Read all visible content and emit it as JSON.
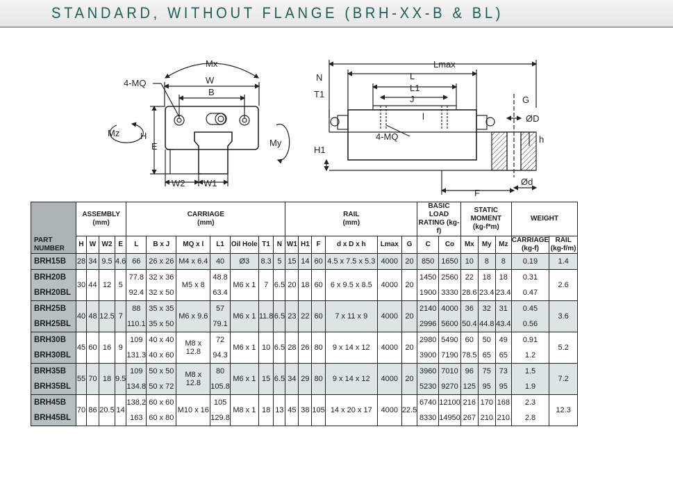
{
  "title": "STANDARD, WITHOUT FLANGE (BRH-XX-B & BL)",
  "front_view": {
    "labels": {
      "mx": "Mx",
      "w": "W",
      "b": "B",
      "mq": "4-MQ",
      "mz": "Mz",
      "h": "H",
      "e": "E",
      "my": "My",
      "w2": "W2",
      "w1": "W1"
    }
  },
  "side_view": {
    "labels": {
      "lmax": "Lmax",
      "n": "N",
      "l": "L",
      "t1": "T1",
      "l1": "L1",
      "j": "J",
      "i": "l",
      "mq": "4-MQ",
      "h1": "H1",
      "g": "G",
      "phi_d_big": "ØD",
      "h_small": "h",
      "phi_d_small": "Ød",
      "f": "F"
    }
  },
  "table": {
    "head": {
      "part_number": [
        "PART",
        "NUMBER"
      ],
      "groups": [
        {
          "name": "ASSEMBLY",
          "unit": "(mm)"
        },
        {
          "name": "CARRIAGE",
          "unit": "(mm)"
        },
        {
          "name": "RAIL",
          "unit": "(mm)"
        },
        {
          "name": "BASIC LOAD",
          "unit": "RATING (kg-f)"
        },
        {
          "name": "STATIC MOMENT",
          "unit": "(kg-f*m)"
        },
        {
          "name": "WEIGHT"
        }
      ],
      "weight_sub": [
        {
          "name": "CARRIAGE",
          "unit": "(kg-f)"
        },
        {
          "name": "RAIL",
          "unit": "(kg-f/m)"
        }
      ],
      "cols": [
        "H",
        "W",
        "W2",
        "E",
        "L",
        "B x J",
        "MQ x l",
        "L1",
        "Oil Hole",
        "T1",
        "N",
        "W1",
        "H1",
        "F",
        "d x D x h",
        "Lmax",
        "G",
        "C",
        "Co",
        "Mx",
        "My",
        "Mz"
      ]
    },
    "rows": [
      {
        "parts": [
          "BRH15B"
        ],
        "H": "28",
        "W": "34",
        "W2": "9.5",
        "E": "4.6",
        "L": [
          "66"
        ],
        "BxJ": [
          "26 x 26"
        ],
        "MQxl": "M4 x 6.4",
        "L1": [
          "40"
        ],
        "oil": "Ø3",
        "T1": "8.3",
        "N": "5",
        "W1": "15",
        "H1": "14",
        "F": "60",
        "dDh": "4.5 x 7.5 x 5.3",
        "Lmax": "4000",
        "G": "20",
        "C": [
          "850"
        ],
        "Co": [
          "1650"
        ],
        "Mx": [
          "10"
        ],
        "My": [
          "8"
        ],
        "Mz": [
          "8"
        ],
        "wc": [
          "0.19"
        ],
        "wr": "1.4"
      },
      {
        "parts": [
          "BRH20B",
          "BRH20BL"
        ],
        "H": "30",
        "W": "44",
        "W2": "12",
        "E": "5",
        "L": [
          "77.8",
          "92.4"
        ],
        "BxJ": [
          "32 x 36",
          "32 x 50"
        ],
        "MQxl": "M5 x 8",
        "L1": [
          "48.8",
          "63.4"
        ],
        "oil": "M6 x 1",
        "T1": "7",
        "N": "6.5",
        "W1": "20",
        "H1": "18",
        "F": "60",
        "dDh": "6 x 9.5 x 8.5",
        "Lmax": "4000",
        "G": "20",
        "C": [
          "1450",
          "1900"
        ],
        "Co": [
          "2560",
          "3330"
        ],
        "Mx": [
          "22",
          "28.6"
        ],
        "My": [
          "18",
          "23.4"
        ],
        "Mz": [
          "18",
          "23.4"
        ],
        "wc": [
          "0.31",
          "0.47"
        ],
        "wr": "2.6"
      },
      {
        "parts": [
          "BRH25B",
          "BRH25BL"
        ],
        "H": "40",
        "W": "48",
        "W2": "12.5",
        "E": "7",
        "L": [
          "88",
          "110.1"
        ],
        "BxJ": [
          "35 x 35",
          "35 x 50"
        ],
        "MQxl": "M6 x 9.6",
        "L1": [
          "57",
          "79.1"
        ],
        "oil": "M6 x 1",
        "T1": "11.8",
        "N": "6.5",
        "W1": "23",
        "H1": "22",
        "F": "60",
        "dDh": "7 x 11 x 9",
        "Lmax": "4000",
        "G": "20",
        "C": [
          "2140",
          "2996"
        ],
        "Co": [
          "4000",
          "5600"
        ],
        "Mx": [
          "36",
          "50.4"
        ],
        "My": [
          "32",
          "44.8"
        ],
        "Mz": [
          "31",
          "43.4"
        ],
        "wc": [
          "0.45",
          "0.56"
        ],
        "wr": "3.6"
      },
      {
        "parts": [
          "BRH30B",
          "BRH30BL"
        ],
        "H": "45",
        "W": "60",
        "W2": "16",
        "E": "9",
        "L": [
          "109",
          "131.3"
        ],
        "BxJ": [
          "40 x 40",
          "40 x 60"
        ],
        "MQxl": "M8 x 12.8",
        "L1": [
          "72",
          "94.3"
        ],
        "oil": "M6 x 1",
        "T1": "10",
        "N": "6.5",
        "W1": "28",
        "H1": "26",
        "F": "80",
        "dDh": "9 x 14 x 12",
        "Lmax": "4000",
        "G": "20",
        "C": [
          "2980",
          "3900"
        ],
        "Co": [
          "5490",
          "7190"
        ],
        "Mx": [
          "60",
          "78.5"
        ],
        "My": [
          "50",
          "65"
        ],
        "Mz": [
          "49",
          "65"
        ],
        "wc": [
          "0.91",
          "1.2"
        ],
        "wr": "5.2"
      },
      {
        "parts": [
          "BRH35B",
          "BRH35BL"
        ],
        "H": "55",
        "W": "70",
        "W2": "18",
        "E": "9.5",
        "L": [
          "109",
          "134.8"
        ],
        "BxJ": [
          "50 x 50",
          "50 x 72"
        ],
        "MQxl": "M8 x 12.8",
        "L1": [
          "80",
          "105.8"
        ],
        "oil": "M6 x 1",
        "T1": "15",
        "N": "6.5",
        "W1": "34",
        "H1": "29",
        "F": "80",
        "dDh": "9 x 14 x 12",
        "Lmax": "4000",
        "G": "20",
        "C": [
          "3960",
          "5230"
        ],
        "Co": [
          "7010",
          "9270"
        ],
        "Mx": [
          "96",
          "125"
        ],
        "My": [
          "75",
          "95"
        ],
        "Mz": [
          "73",
          "95"
        ],
        "wc": [
          "1.5",
          "1.9"
        ],
        "wr": "7.2"
      },
      {
        "parts": [
          "BRH45B",
          "BRH45BL"
        ],
        "H": "70",
        "W": "86",
        "W2": "20.5",
        "E": "14",
        "L": [
          "138.2",
          "163"
        ],
        "BxJ": [
          "60 x 60",
          "60 x 80"
        ],
        "MQxl": "M10 x 16",
        "L1": [
          "105",
          "129.8"
        ],
        "oil": "M8 x 1",
        "T1": "18",
        "N": "13",
        "W1": "45",
        "H1": "38",
        "F": "105",
        "dDh": "14 x 20 x 17",
        "Lmax": "4000",
        "G": "22.5",
        "C": [
          "6740",
          "8330"
        ],
        "Co": [
          "12100",
          "14950"
        ],
        "Mx": [
          "216",
          "267"
        ],
        "My": [
          "170",
          "210"
        ],
        "Mz": [
          "168",
          "210"
        ],
        "wc": [
          "2.3",
          "2.8"
        ],
        "wr": "12.3"
      }
    ]
  }
}
